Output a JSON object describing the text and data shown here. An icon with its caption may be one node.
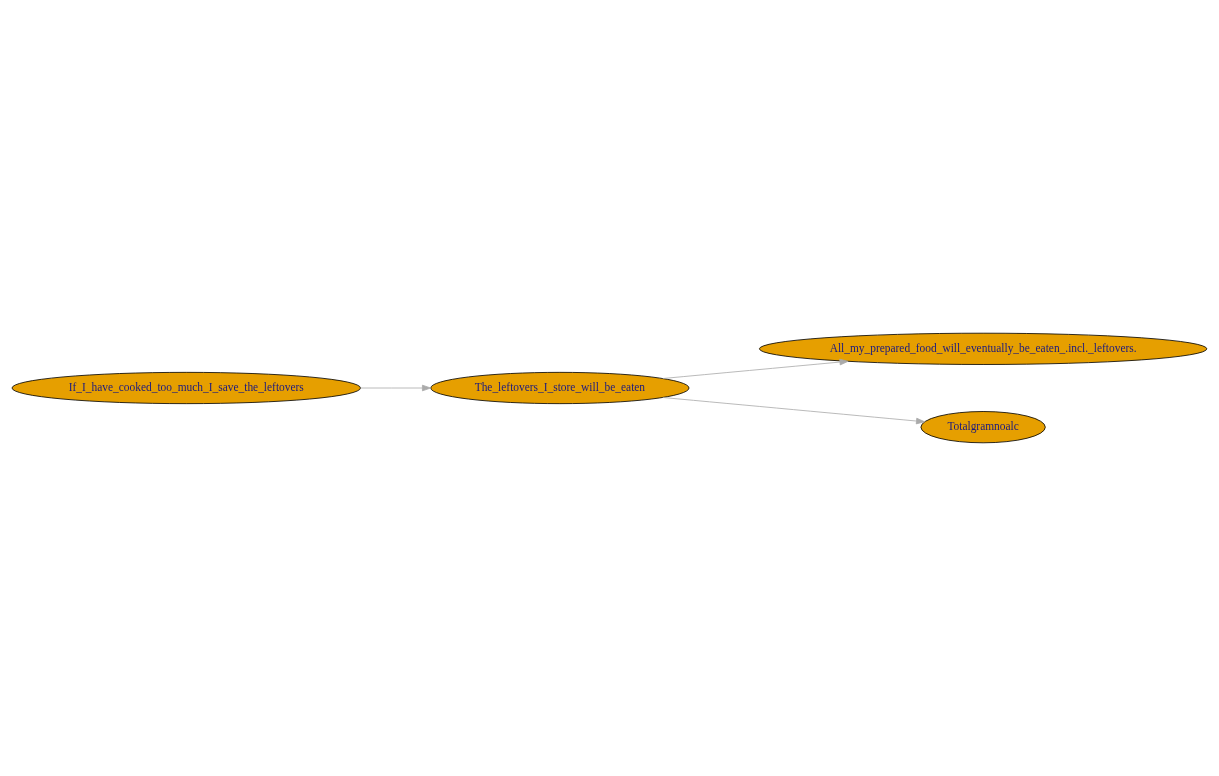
{
  "diagram": {
    "nodes": [
      {
        "text": [
          "All_my_prepared_food_will_eventually_be_eaten_.incl._leftovers."
        ]
      },
      {
        "text": [
          "If_I_have_cooked_too_much_I_save_the_leftovers"
        ]
      },
      {
        "text": [
          "The_leftovers_I_store_will_be_eaten"
        ]
      },
      {
        "text": [
          "Totalgramnoalc"
        ]
      }
    ],
    "edges": [
      {
        "from": 1,
        "to": 2,
        "arrow": "to"
      },
      {
        "from": 2,
        "to": 0,
        "arrow": "to"
      },
      {
        "from": 2,
        "to": 3,
        "arrow": "to"
      }
    ]
  }
}
